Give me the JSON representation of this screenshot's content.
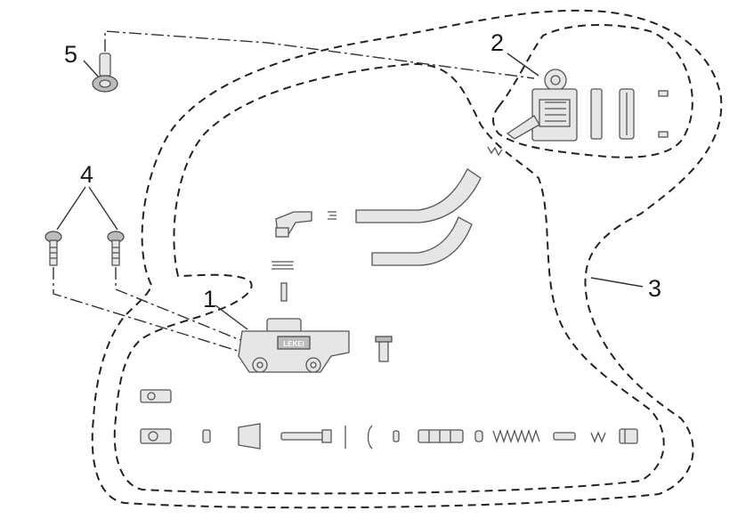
{
  "diagram": {
    "callouts": [
      {
        "id": "callout-1",
        "label": "1"
      },
      {
        "id": "callout-2",
        "label": "2"
      },
      {
        "id": "callout-3",
        "label": "3"
      },
      {
        "id": "callout-4",
        "label": "4"
      },
      {
        "id": "callout-5",
        "label": "5"
      }
    ],
    "cylinder_brand": "LEKEI"
  }
}
